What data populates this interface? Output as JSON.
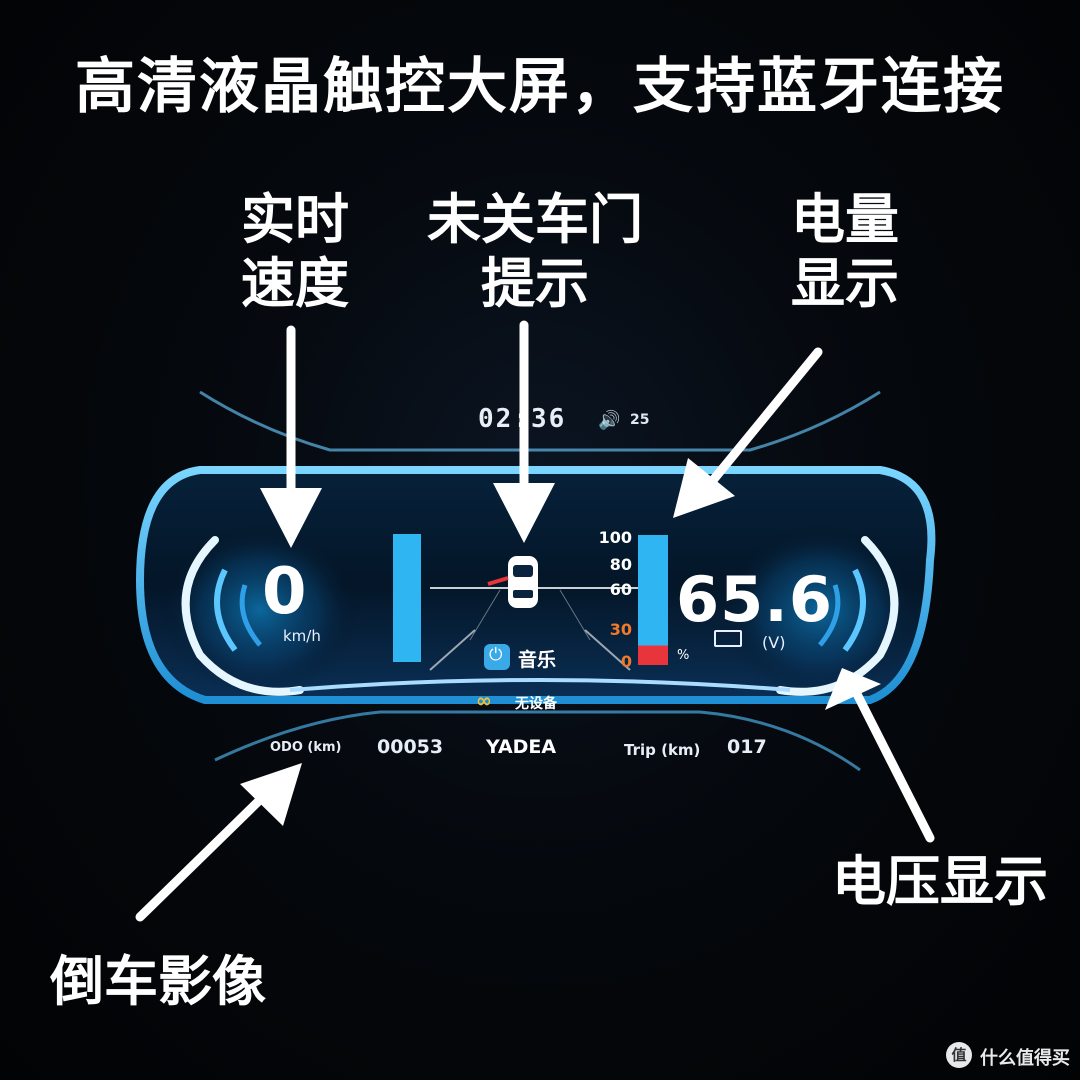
{
  "headline": "高清液晶触控大屏，支持蓝牙连接",
  "callouts": {
    "speed": "实时\n速度",
    "door": "未关车门\n提示",
    "battery": "电量\n显示",
    "voltage": "电压显示",
    "camera": "倒车影像"
  },
  "dashboard": {
    "time": "02:36",
    "volume_icon": "speaker-icon",
    "volume": "25",
    "speed": "0",
    "speed_unit": "km/h",
    "battery_scale": [
      "100",
      "80",
      "60",
      "30",
      "0"
    ],
    "battery_percent_symbol": "%",
    "battery_level_fraction": 0.15,
    "voltage": "65.6",
    "voltage_unit": "(V)",
    "music_label": "音乐",
    "bluetooth_status": "无设备",
    "odo_label": "ODO (km)",
    "odo_value": "00053",
    "brand": "YADEA",
    "trip_label": "Trip (km)",
    "trip_value": "017"
  },
  "colors": {
    "accent_blue": "#2fb6f2",
    "battery_low": "#e8343b",
    "scale_orange": "#f07a2a",
    "bluetooth_yellow": "#f7c12e"
  },
  "watermark": {
    "icon": "值",
    "text": "什么值得买"
  }
}
